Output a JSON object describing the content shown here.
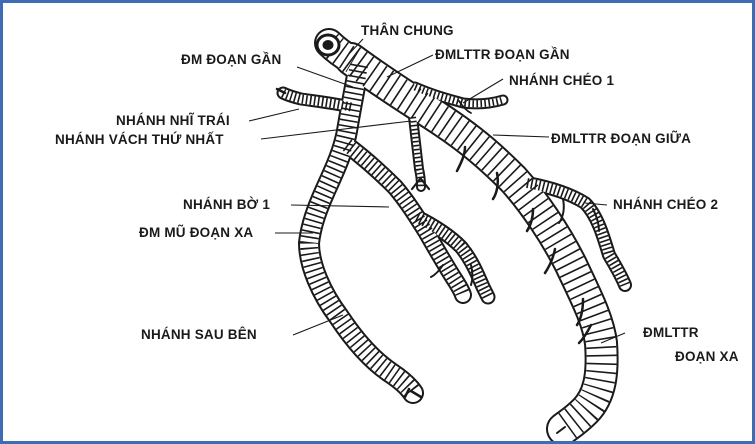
{
  "diagram": {
    "frame_color": "#3d6db5",
    "labels": {
      "than_chung": "THÂN CHUNG",
      "dm_doan_gan": "ĐM ĐOẠN GẦN",
      "dmlttr_doan_gan": "ĐMLTTR ĐOẠN GẦN",
      "nhanh_cheo_1": "NHÁNH CHÉO 1",
      "nhanh_nhi_trai": "NHÁNH NHĨ TRÁI",
      "nhanh_vach_thu_nhat": "NHÁNH VÁCH THỨ NHẤT",
      "dmlttr_doan_giua": "ĐMLTTR ĐOẠN GIỮA",
      "nhanh_bo_1": "NHÁNH BỜ 1",
      "nhanh_cheo_2": "NHÁNH CHÉO 2",
      "dm_mu_doan_xa": "ĐM MŨ ĐOẠN XA",
      "nhanh_sau_ben": "NHÁNH SAU BÊN",
      "dmlttr_doan_xa_line1": "ĐMLTTR",
      "dmlttr_doan_xa_line2": "ĐOẠN XA"
    }
  }
}
